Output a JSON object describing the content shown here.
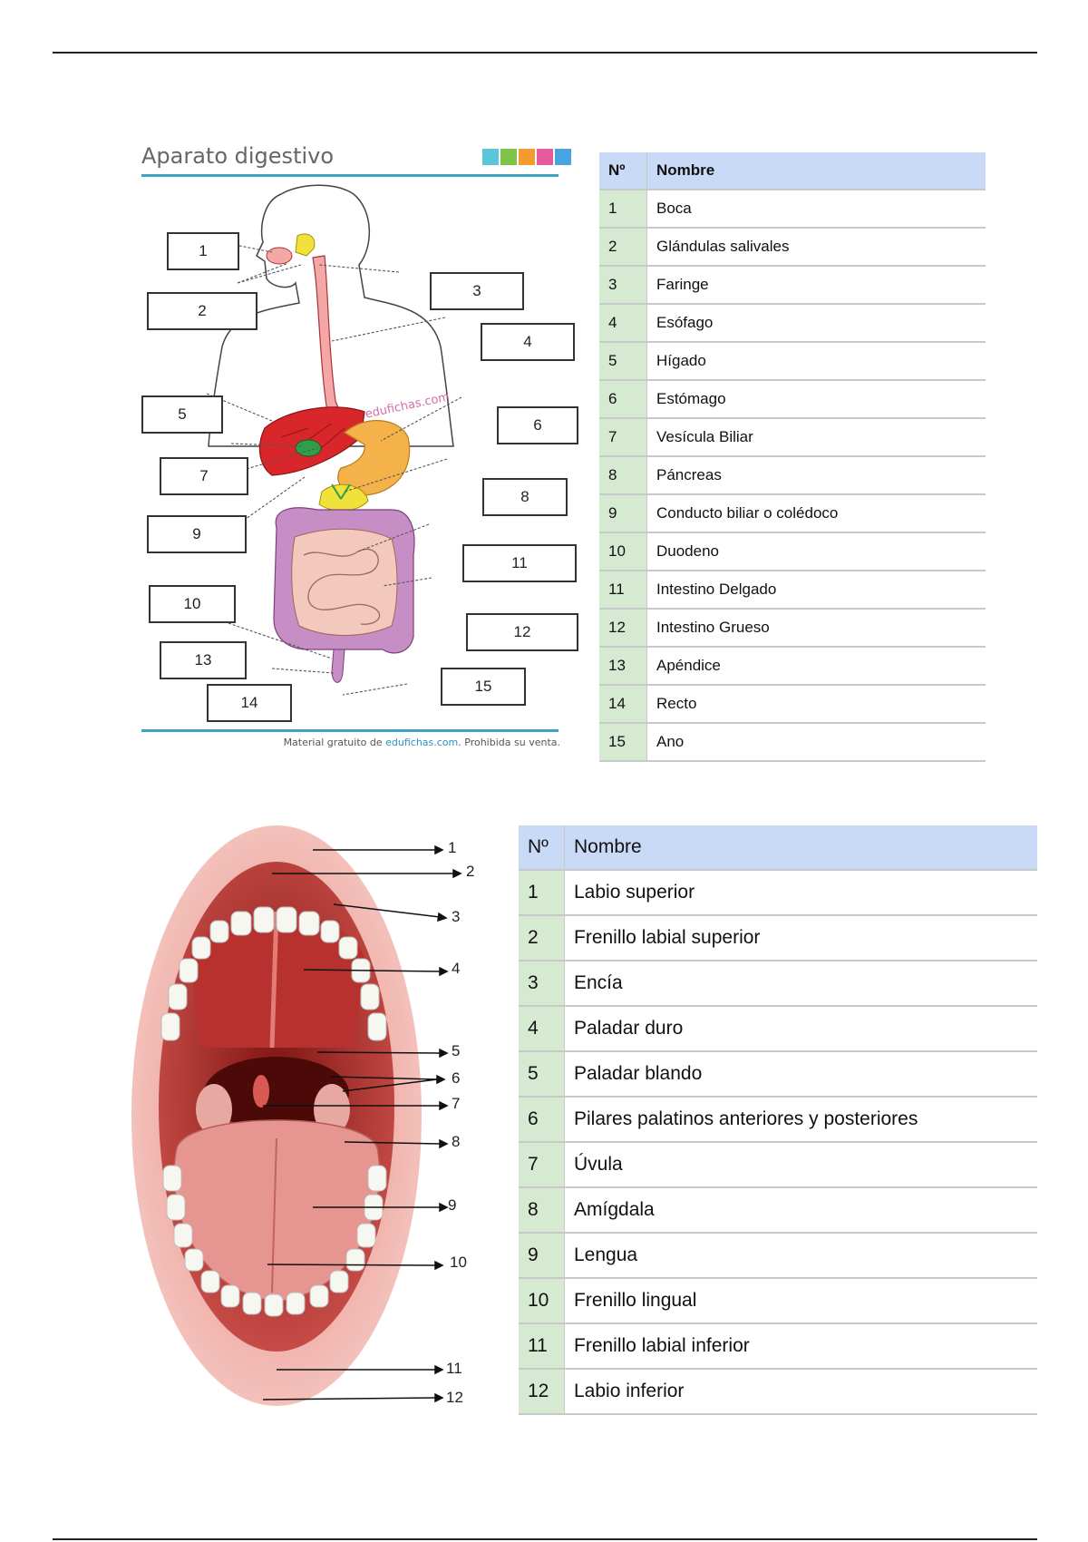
{
  "worksheet": {
    "title": "Aparato digestivo",
    "watermark": "edufichas.com",
    "logo": "edufichas",
    "footer_prefix": "Material gratuito de ",
    "footer_link": "edufichas.com",
    "footer_suffix": ". Prohibida su venta.",
    "box_numbers": [
      "1",
      "2",
      "3",
      "4",
      "5",
      "6",
      "7",
      "8",
      "9",
      "10",
      "11",
      "12",
      "13",
      "14",
      "15"
    ]
  },
  "table1": {
    "header_num": "Nº",
    "header_name": "Nombre",
    "rows": [
      {
        "n": "1",
        "name": "Boca"
      },
      {
        "n": "2",
        "name": "Glándulas salivales"
      },
      {
        "n": "3",
        "name": "Faringe"
      },
      {
        "n": "4",
        "name": "Esófago"
      },
      {
        "n": "5",
        "name": "Hígado"
      },
      {
        "n": "6",
        "name": "Estómago"
      },
      {
        "n": "7",
        "name": "Vesícula Biliar"
      },
      {
        "n": "8",
        "name": "Páncreas"
      },
      {
        "n": "9",
        "name": "Conducto biliar o colédoco"
      },
      {
        "n": "10",
        "name": "Duodeno"
      },
      {
        "n": "11",
        "name": "Intestino Delgado"
      },
      {
        "n": "12",
        "name": "Intestino Grueso"
      },
      {
        "n": "13",
        "name": "Apéndice"
      },
      {
        "n": "14",
        "name": "Recto"
      },
      {
        "n": "15",
        "name": "Ano"
      }
    ]
  },
  "mouth": {
    "labels": [
      "1",
      "2",
      "3",
      "4",
      "5",
      "6",
      "7",
      "8",
      "9",
      "10",
      "11",
      "12"
    ]
  },
  "table2": {
    "header_num": "Nº",
    "header_name": "Nombre",
    "rows": [
      {
        "n": "1",
        "name": "Labio superior"
      },
      {
        "n": "2",
        "name": "Frenillo labial superior"
      },
      {
        "n": "3",
        "name": "Encía"
      },
      {
        "n": "4",
        "name": "Paladar duro"
      },
      {
        "n": "5",
        "name": "Paladar blando"
      },
      {
        "n": "6",
        "name": "Pilares palatinos anteriores y posteriores"
      },
      {
        "n": "7",
        "name": "Úvula"
      },
      {
        "n": "8",
        "name": "Amígdala"
      },
      {
        "n": "9",
        "name": "Lengua"
      },
      {
        "n": "10",
        "name": "Frenillo lingual"
      },
      {
        "n": "11",
        "name": "Frenillo labial inferior"
      },
      {
        "n": "12",
        "name": "Labio inferior"
      }
    ]
  },
  "colors": {
    "header_blue": "#c8daf5",
    "num_green": "#d6ead2",
    "accent_blue": "#3fa3c4",
    "liver_red": "#d8262a",
    "stomach_orange": "#f5b24a",
    "intestine_purple": "#c78ec6"
  }
}
